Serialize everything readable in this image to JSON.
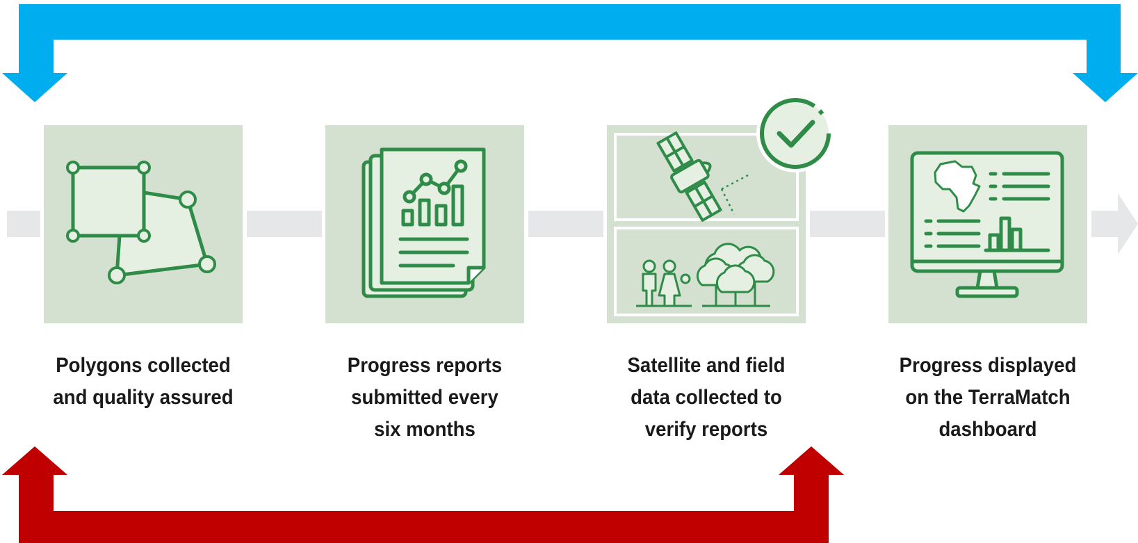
{
  "colors": {
    "top_arrow": "#00adee",
    "bottom_arrow": "#c00000",
    "panel_bg": "#d4e0d0",
    "icon_green": "#2e8b48",
    "icon_fill": "#e6f0e2",
    "connector": "#e6e7e8"
  },
  "steps": [
    {
      "icon": "polygon-icon",
      "lines": [
        "Polygons collected",
        "and quality assured"
      ]
    },
    {
      "icon": "report-documents-icon",
      "lines": [
        "Progress reports",
        "submitted every",
        "six months"
      ]
    },
    {
      "icon": "satellite-field-icon",
      "lines": [
        "Satellite and field",
        "data collected to",
        "verify reports"
      ]
    },
    {
      "icon": "dashboard-monitor-icon",
      "lines": [
        "Progress displayed",
        "on the TerraMatch",
        "dashboard"
      ]
    }
  ]
}
